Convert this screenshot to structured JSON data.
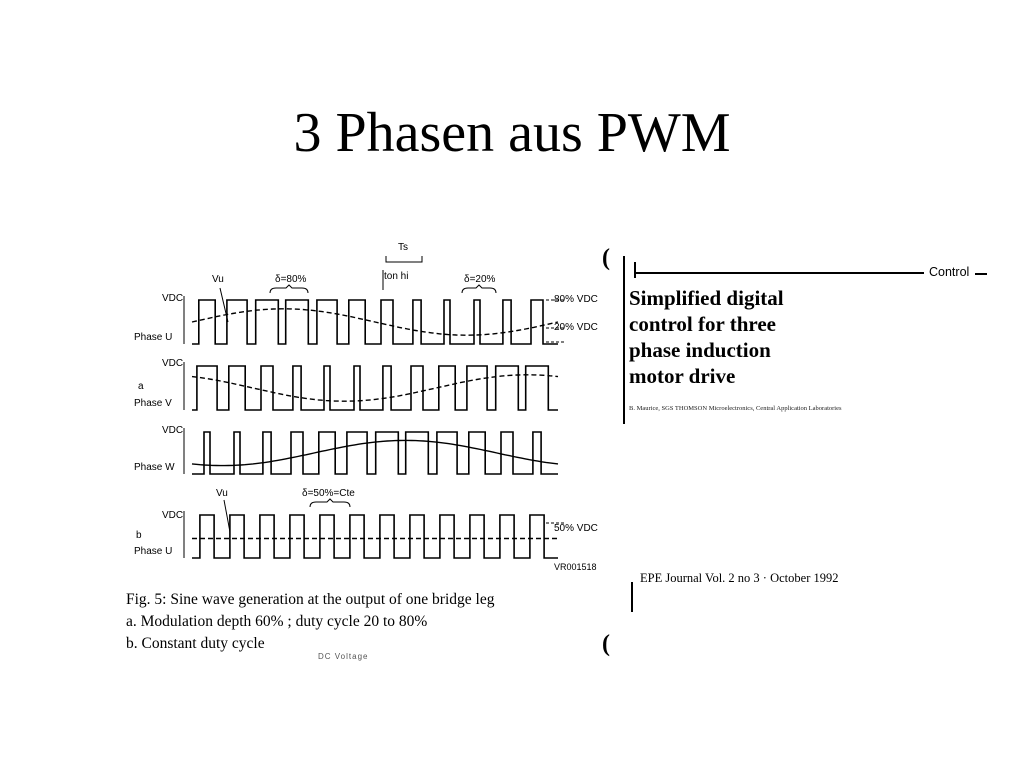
{
  "slide": {
    "title": "3 Phasen aus PWM"
  },
  "figure": {
    "labels": {
      "ts": "Ts",
      "ton": "ton hi",
      "vu": "Vu",
      "delta80": "δ=80%",
      "delta20": "δ=20%",
      "delta50": "δ=50%=Cte",
      "vdc": "VDC",
      "pct80": "80% VDC",
      "pct20": "20% VDC",
      "pct50": "50% VDC",
      "phase_u": "Phase U",
      "phase_v": "Phase V",
      "phase_w": "Phase W",
      "a": "a",
      "b": "b",
      "ref": "VR001518"
    },
    "caption": {
      "line1": "Fig. 5: Sine wave generation at the output of one bridge leg",
      "line2": "a. Modulation depth 60% ; duty cycle 20 to 80%",
      "line3": "b. Constant duty cycle"
    },
    "footer_fragment": "DC      Voltage"
  },
  "article": {
    "section": "Control",
    "title_lines": [
      "Simplified digital",
      "control for three",
      "phase induction",
      "motor drive"
    ],
    "author": "B. Maurice, SGS THOMSON Microelectronics, Central Application Laboratories",
    "journal": "EPE Journal   Vol. 2   no 3 · October 1992"
  },
  "waveforms": {
    "cycles": 12,
    "modulation_depth": 0.6,
    "phase_offsets_deg": [
      0,
      120,
      240
    ],
    "constant_duty": 0.5
  }
}
